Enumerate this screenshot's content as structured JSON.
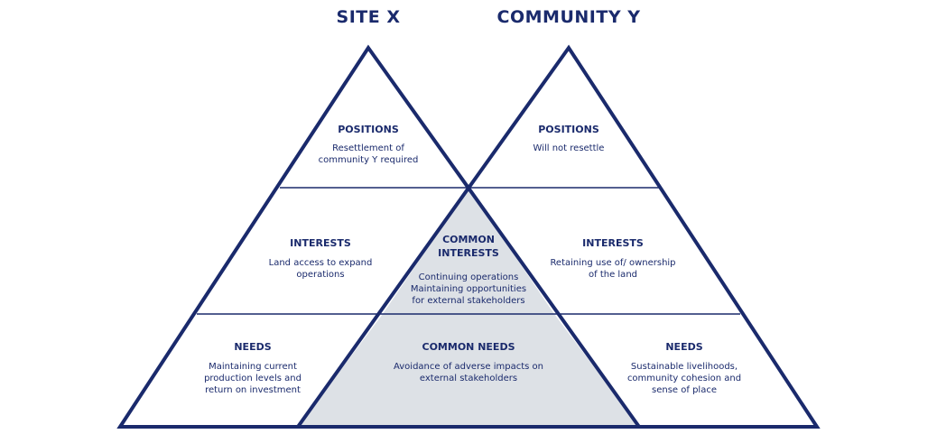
{
  "colors": {
    "stroke": "#1a2a6c",
    "shade": "#dde1e6",
    "text": "#1a2a6c"
  },
  "left_title": "SITE X",
  "right_title": "COMMUNITY Y",
  "left": {
    "positions": {
      "heading": "POSITIONS",
      "lines": [
        "Resettlement of",
        "community Y required"
      ]
    },
    "interests": {
      "heading": "INTERESTS",
      "lines": [
        "Land access to expand",
        "operations"
      ]
    },
    "needs": {
      "heading": "NEEDS",
      "lines": [
        "Maintaining current",
        "production levels and",
        "return on investment"
      ]
    }
  },
  "right": {
    "positions": {
      "heading": "POSITIONS",
      "lines": [
        "Will not resettle"
      ]
    },
    "interests": {
      "heading": "INTERESTS",
      "lines": [
        "Retaining use of/ ownership",
        "of the land"
      ]
    },
    "needs": {
      "heading": "NEEDS",
      "lines": [
        "Sustainable livelihoods,",
        "community cohesion and",
        "sense of place"
      ]
    }
  },
  "common": {
    "interests": {
      "heading_lines": [
        "COMMON",
        "INTERESTS"
      ],
      "lines": [
        "Continuing operations",
        "Maintaining opportunities",
        "for external stakeholders"
      ]
    },
    "needs": {
      "heading": "COMMON NEEDS",
      "lines": [
        "Avoidance of adverse impacts on",
        "external stakeholders"
      ]
    }
  }
}
